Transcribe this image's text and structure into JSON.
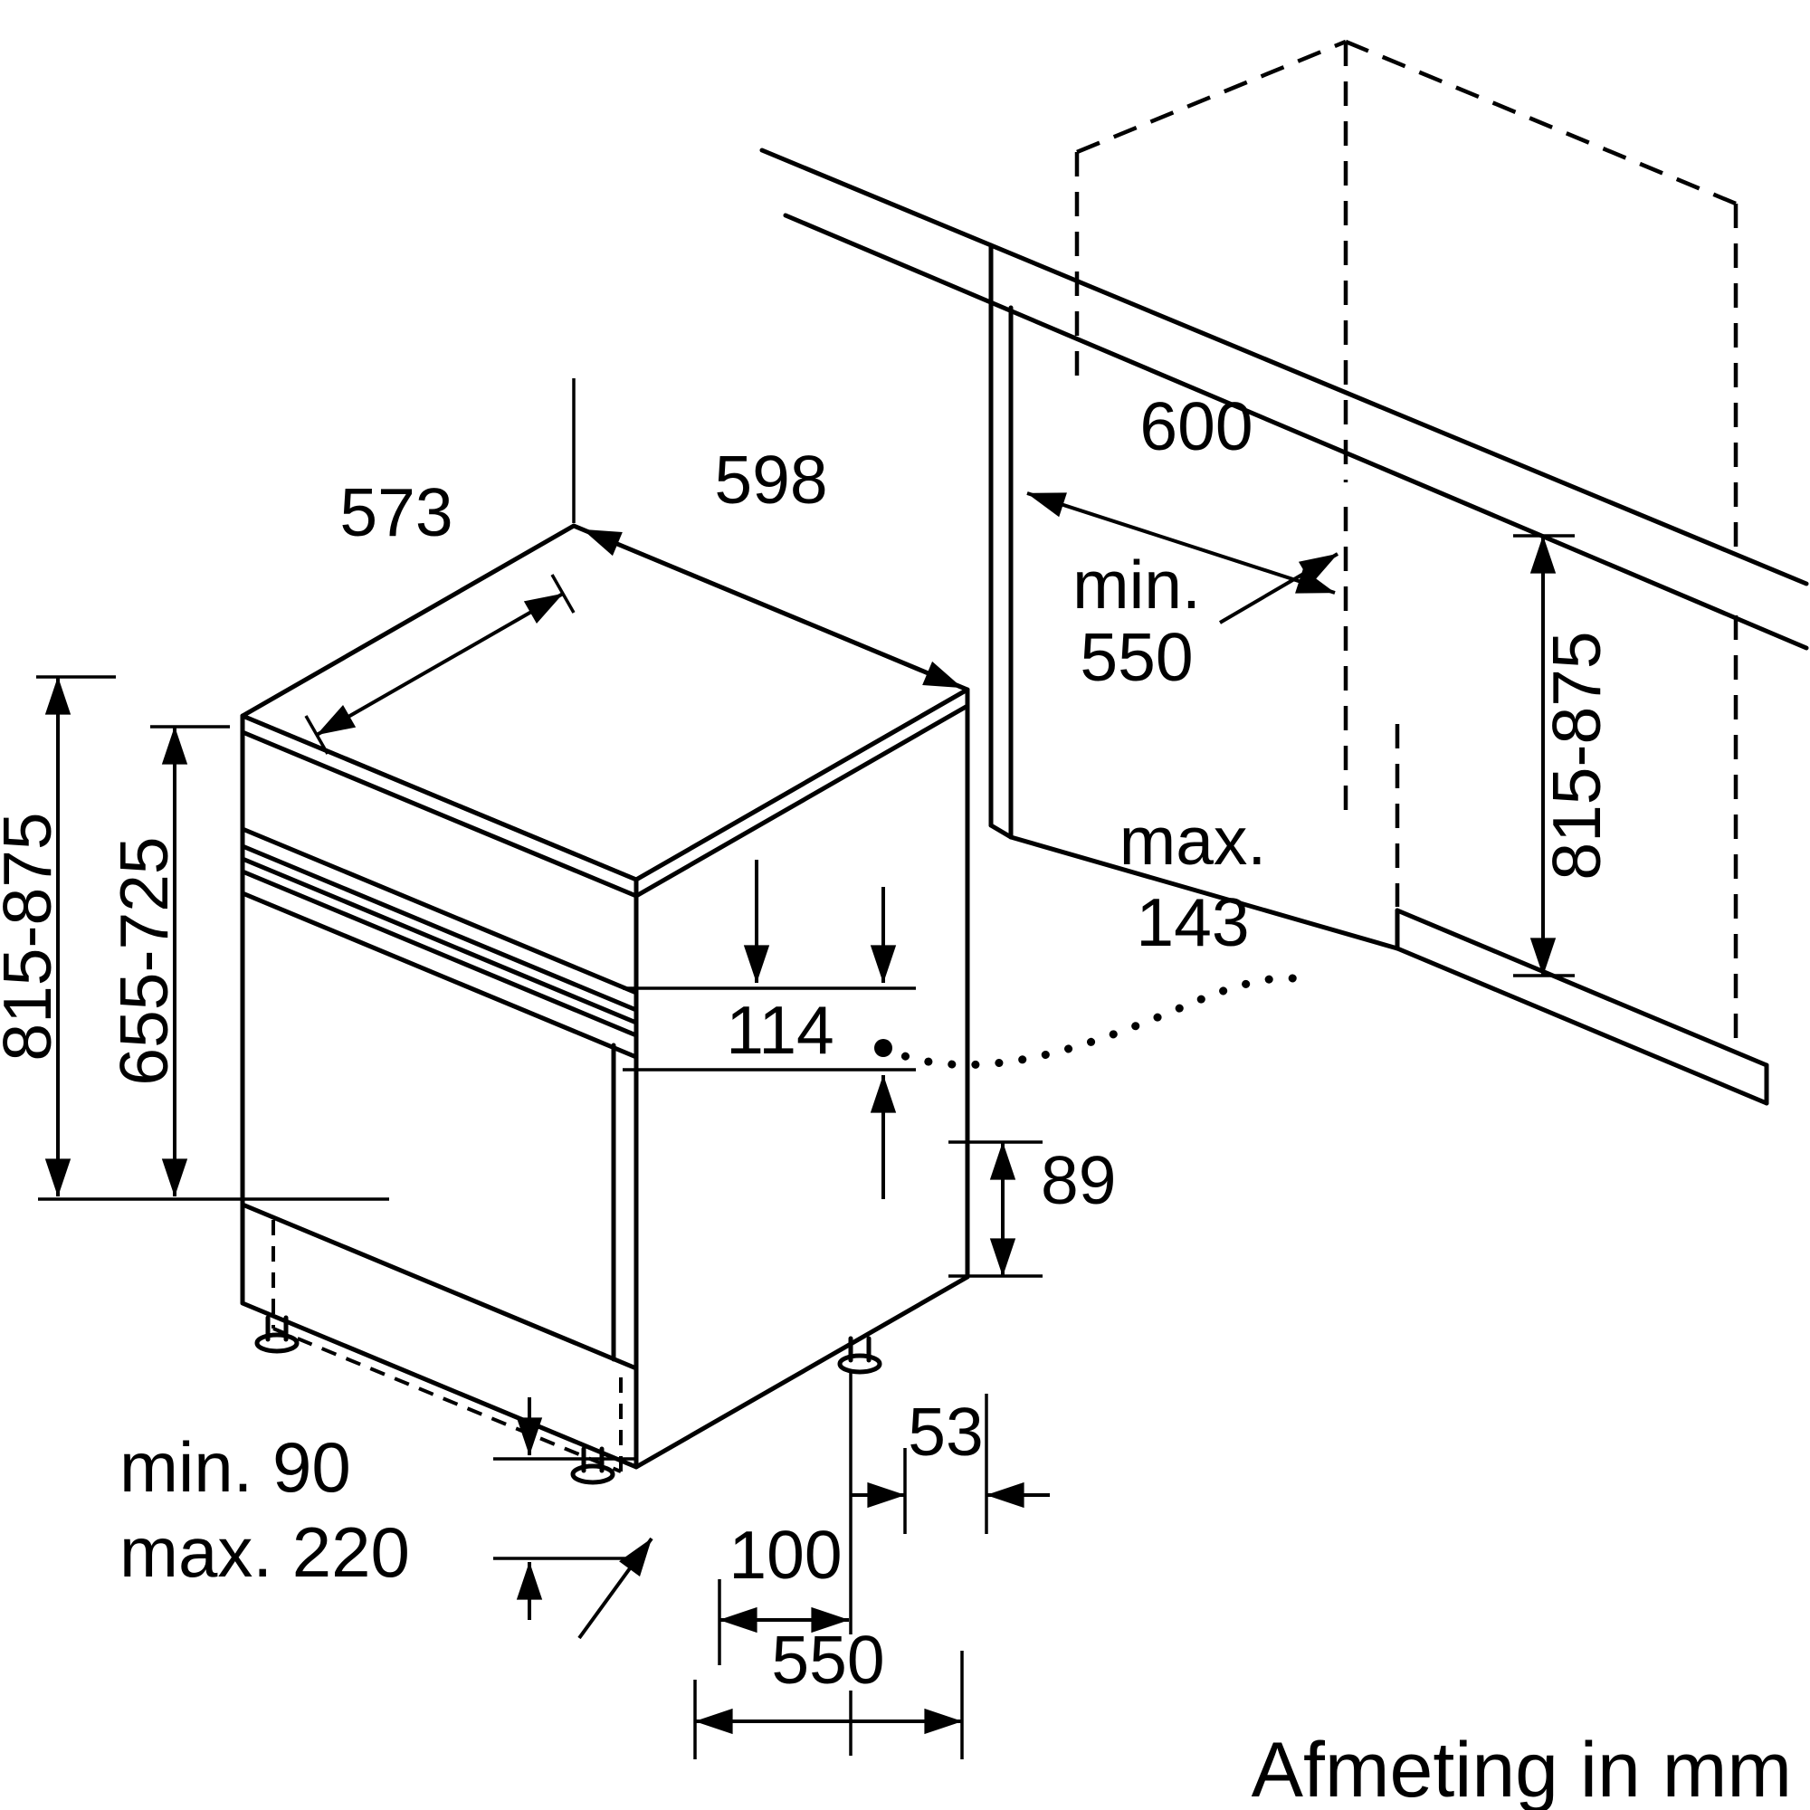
{
  "page": {
    "background": "#ffffff",
    "ink": "#000000"
  },
  "caption": "Afmeting in mm",
  "dimensions": {
    "machine_depth": "573",
    "machine_width": "598",
    "niche_width": "600",
    "niche_min_label": "min.",
    "niche_min_value": "550",
    "overall_height": "815-875",
    "door_panel_height": "655-725",
    "niche_height": "815-875",
    "door_max_label": "max.",
    "door_max_value": "143",
    "fascia_height": "114",
    "base_step": "89",
    "side_gap": "53",
    "plinth_min": "min. 90",
    "plinth_max": "max. 220",
    "foot_offset": "100",
    "base_depth": "550"
  }
}
